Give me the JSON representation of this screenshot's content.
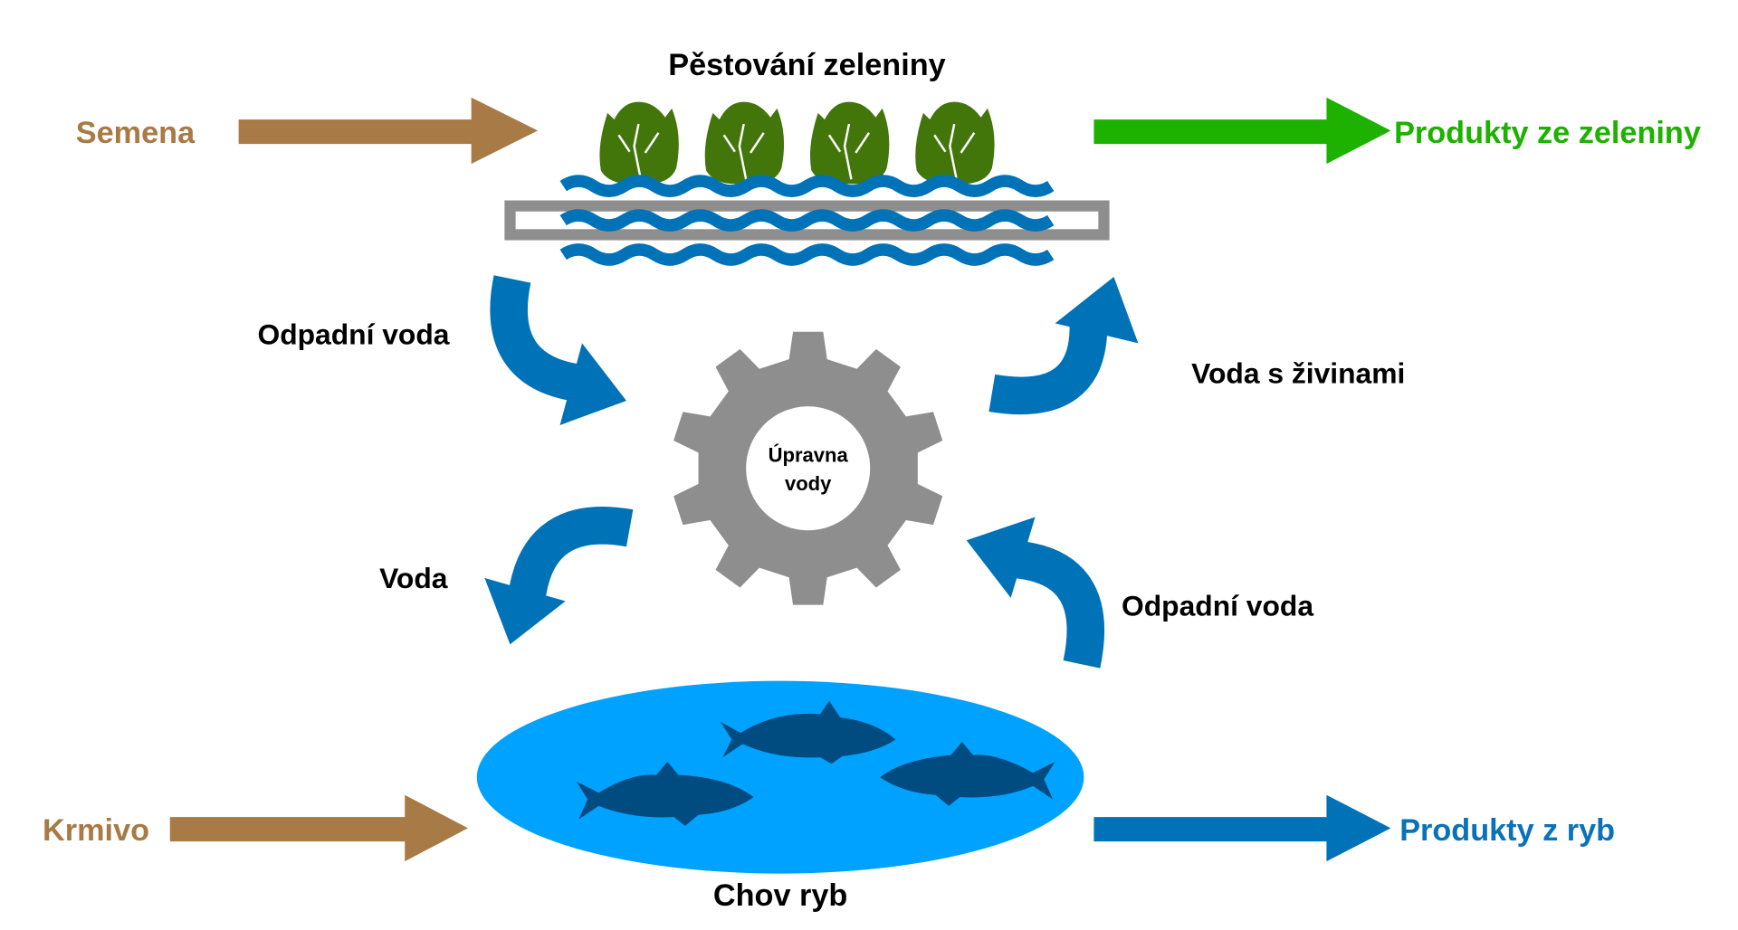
{
  "title_top": "Pěstování zeleniny",
  "title_bottom": "Chov ryb",
  "inputs": {
    "seeds": "Semena",
    "feed": "Krmivo"
  },
  "outputs": {
    "vegetables": "Produkty ze zeleniny",
    "fish": "Produkty z ryb"
  },
  "center": {
    "line1": "Úpravna",
    "line2": "vody"
  },
  "flows": {
    "wastewater_from_plants": "Odpadní voda",
    "nutrient_water": "Voda s živinami",
    "water": "Voda",
    "wastewater_from_fish": "Odpadní voda"
  },
  "colors": {
    "input_brown": "#a87a45",
    "vegetable_green": "#1db100",
    "flow_blue": "#0072b8",
    "pond_blue": "#00a2ff",
    "fish_dark": "#004c80",
    "gear_gray": "#8e8e8e",
    "lettuce_green": "#43760a"
  }
}
